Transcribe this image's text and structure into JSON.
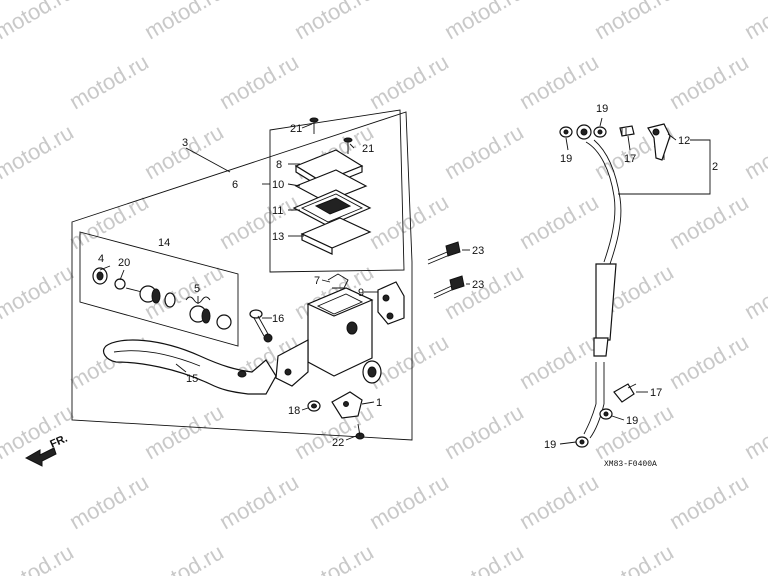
{
  "watermark": {
    "text": "motod.ru"
  },
  "direction_label": "FR.",
  "diagram_code": "XM83-F0400A",
  "labels": {
    "p1": "1",
    "p2": "2",
    "p3": "3",
    "p4": "4",
    "p5": "5",
    "p6": "6",
    "p7": "7",
    "p8": "8",
    "p9": "9",
    "p10": "10",
    "p11": "11",
    "p12": "12",
    "p13": "13",
    "p14": "14",
    "p15": "15",
    "p16": "16",
    "p17a": "17",
    "p17b": "17",
    "p18": "18",
    "p19a": "19",
    "p19b": "19",
    "p19c": "19",
    "p19d": "19",
    "p20": "20",
    "p21a": "21",
    "p21b": "21",
    "p22": "22",
    "p23a": "23",
    "p23b": "23"
  }
}
